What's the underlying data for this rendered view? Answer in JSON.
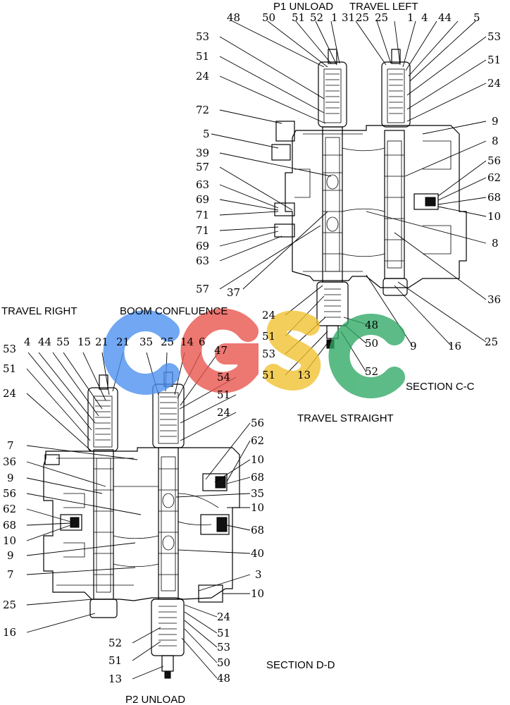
{
  "section_cc": {
    "title": "SECTION  C-C",
    "port_labels": [
      "P1 UNLOAD",
      "TRAVEL LEFT"
    ],
    "callouts_top": [
      "48",
      "50",
      "51",
      "52",
      "1",
      "31",
      "25",
      "25",
      "1",
      "4",
      "44",
      "5"
    ],
    "callouts_left": [
      "53",
      "51",
      "24",
      "72",
      "5",
      "39",
      "57",
      "63",
      "69",
      "71",
      "71",
      "69",
      "63",
      "57",
      "37"
    ],
    "callouts_right": [
      "53",
      "51",
      "24",
      "9",
      "8",
      "56",
      "62",
      "68",
      "10",
      "8",
      "36",
      "25",
      "16",
      "9"
    ],
    "callouts_bottom": [
      "24",
      "48",
      "51",
      "50",
      "53",
      "51",
      "13",
      "52"
    ]
  },
  "section_dd": {
    "title": "SECTION  D-D",
    "port_labels": [
      "TRAVEL RIGHT",
      "BOOM CONFLUENCE",
      "TRAVEL STRAIGHT",
      "P2 UNLOAD"
    ],
    "callouts_top": [
      "53",
      "4",
      "44",
      "55",
      "15",
      "21",
      "21",
      "35",
      "25",
      "14",
      "6",
      "47"
    ],
    "callouts_left": [
      "51",
      "24",
      "7",
      "36",
      "9",
      "56",
      "62",
      "68",
      "10",
      "9",
      "7",
      "25",
      "16"
    ],
    "callouts_right": [
      "54",
      "51",
      "24",
      "56",
      "62",
      "10",
      "68",
      "35",
      "10",
      "68",
      "40",
      "3",
      "10",
      "24",
      "51",
      "53",
      "50",
      "48"
    ],
    "callouts_bottom": [
      "52",
      "51",
      "13"
    ]
  },
  "watermark": {
    "letters": [
      "C",
      "G",
      "S",
      "C"
    ],
    "colors": [
      "#4a8ff0",
      "#e8524a",
      "#f2c12e",
      "#2ea864"
    ]
  }
}
